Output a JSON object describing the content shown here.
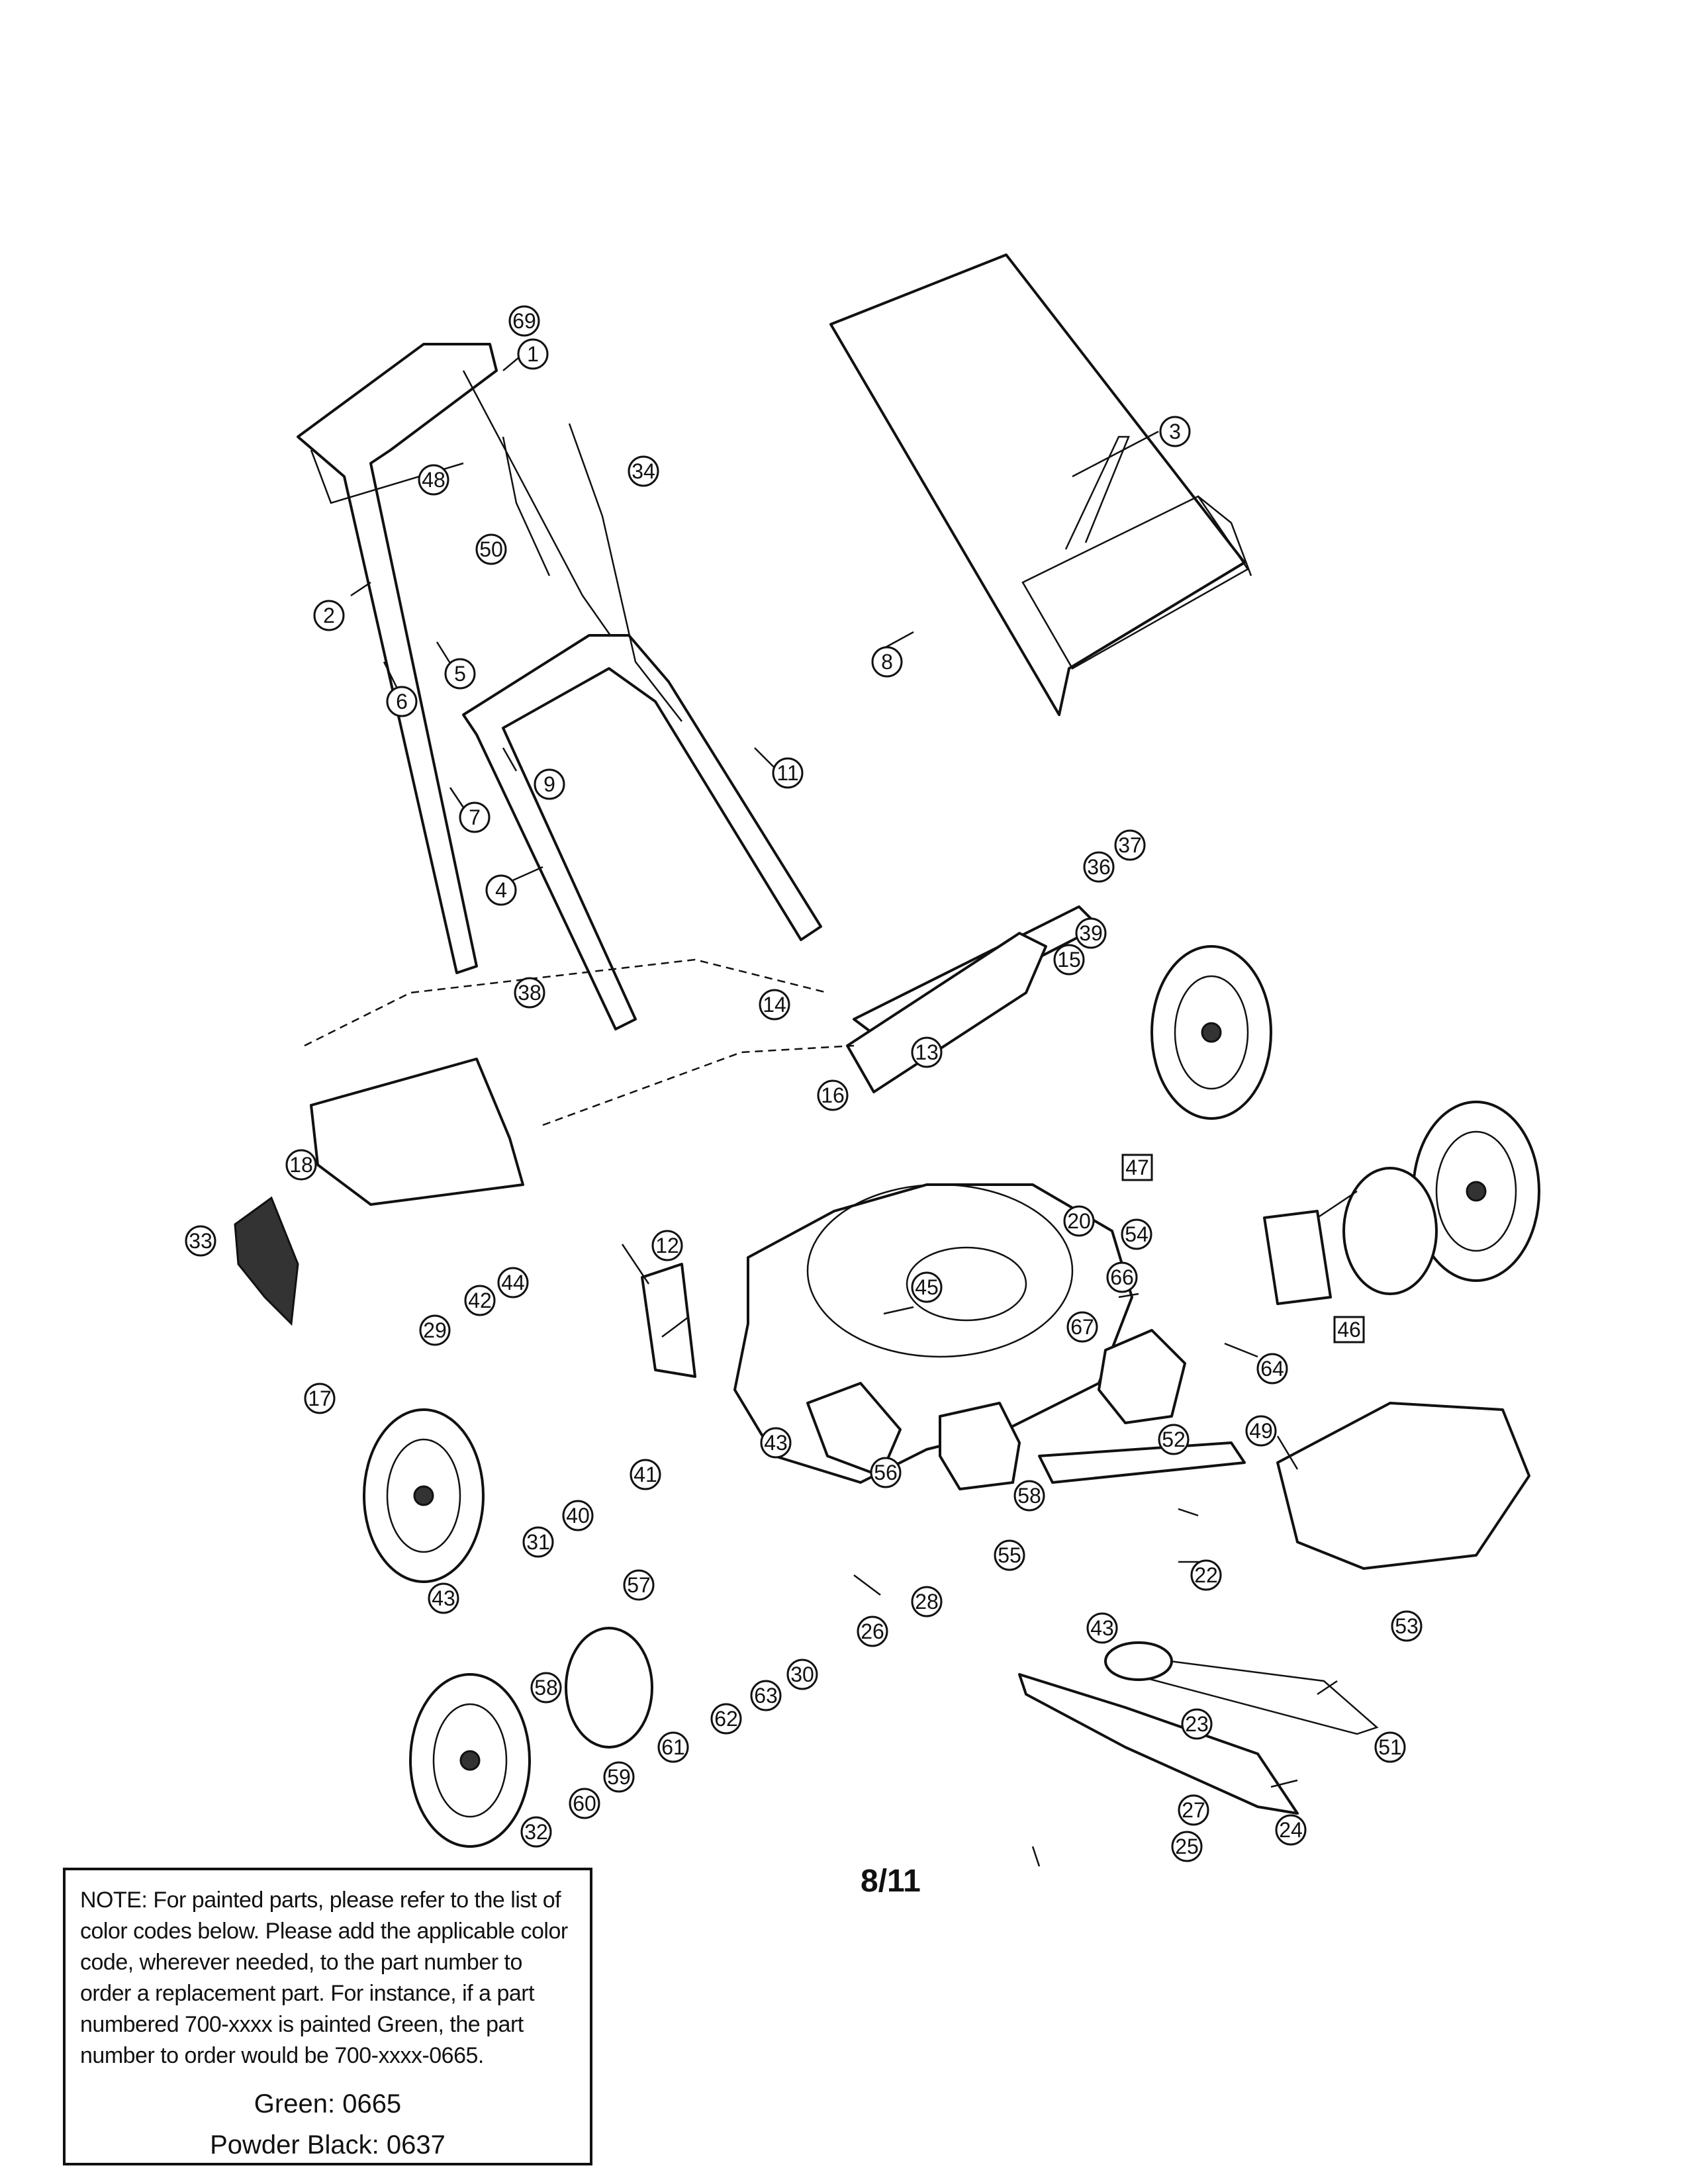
{
  "page_number": "8/11",
  "note": {
    "text": "NOTE: For painted parts, please refer to the list of color codes below.  Please add the applicable color code, wherever needed, to the part number to order a replacement part.  For instance, if a part numbered 700-xxxx is painted Green, the part number to order would be 700-xxxx-0665.",
    "color_codes": [
      {
        "label": "Green: 0665"
      },
      {
        "label": "Powder Black: 0637"
      }
    ]
  },
  "callouts": {
    "c1": "1",
    "c2": "2",
    "c3": "3",
    "c4": "4",
    "c5": "5",
    "c6": "6",
    "c7": "7",
    "c8": "8",
    "c9": "9",
    "c11": "11",
    "c12": "12",
    "c13": "13",
    "c14": "14",
    "c15": "15",
    "c16": "16",
    "c17": "17",
    "c18": "18",
    "c20": "20",
    "c22": "22",
    "c23": "23",
    "c24": "24",
    "c25": "25",
    "c26": "26",
    "c27": "27",
    "c28": "28",
    "c29": "29",
    "c30": "30",
    "c31": "31",
    "c32": "32",
    "c33": "33",
    "c34": "34",
    "c36": "36",
    "c37": "37",
    "c38": "38",
    "c39": "39",
    "c40": "40",
    "c41": "41",
    "c42": "42",
    "c43a": "43",
    "c43b": "43",
    "c43c": "43",
    "c44": "44",
    "c45": "45",
    "c46": "46",
    "c47": "47",
    "c48": "48",
    "c49": "49",
    "c50": "50",
    "c51": "51",
    "c52": "52",
    "c53": "53",
    "c54": "54",
    "c55": "55",
    "c56": "56",
    "c57": "57",
    "c58a": "58",
    "c58b": "58",
    "c59": "59",
    "c60": "60",
    "c61": "61",
    "c62": "62",
    "c63": "63",
    "c64": "64",
    "c66": "66",
    "c67": "67",
    "c69": "69"
  }
}
